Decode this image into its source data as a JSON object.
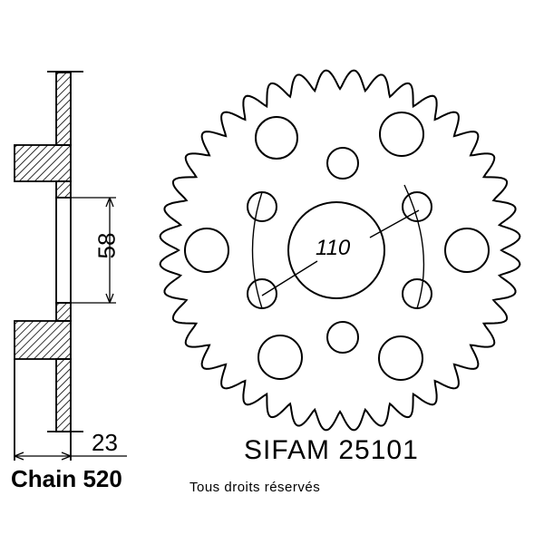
{
  "labels": {
    "hub_offset": "58",
    "tooth_width": "23",
    "chain": "Chain 520",
    "brand_part": "SIFAM  25101",
    "rights": "Tous droits réservés",
    "bolt_circle": "110"
  },
  "sprocket": {
    "teeth": 40,
    "large_holes": 6,
    "small_holes": 2,
    "bolt_holes": 4
  },
  "colors": {
    "ink": "#000000",
    "paper": "#ffffff"
  }
}
